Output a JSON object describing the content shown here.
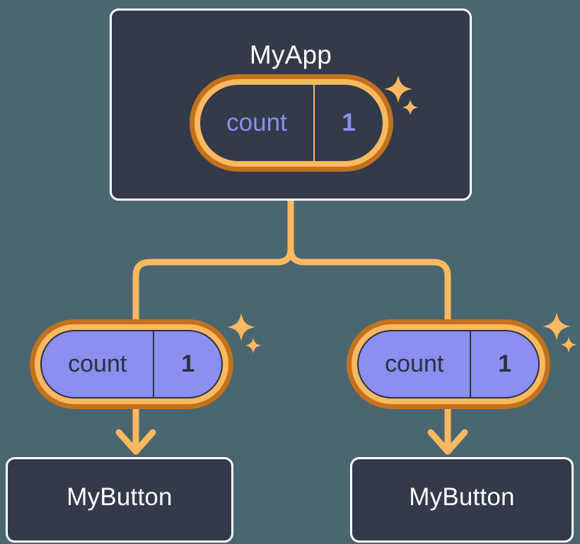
{
  "diagram": {
    "title_node": "MyApp",
    "background_color": "#4a6670",
    "accent_orange": "#f9b960",
    "accent_orange_dark": "#c2711c",
    "accent_periwinkle": "#8b8ff0",
    "node_fill": "#333a4a",
    "node_border": "#ffffff"
  },
  "root": {
    "label": "MyApp",
    "state": {
      "key": "count",
      "value": "1"
    }
  },
  "branches": [
    {
      "state": {
        "key": "count",
        "value": "1"
      },
      "child_label": "MyButton"
    },
    {
      "state": {
        "key": "count",
        "value": "1"
      },
      "child_label": "MyButton"
    }
  ],
  "icons": {
    "sparkle_large": "sparkle-icon",
    "sparkle_small": "sparkle-icon"
  }
}
